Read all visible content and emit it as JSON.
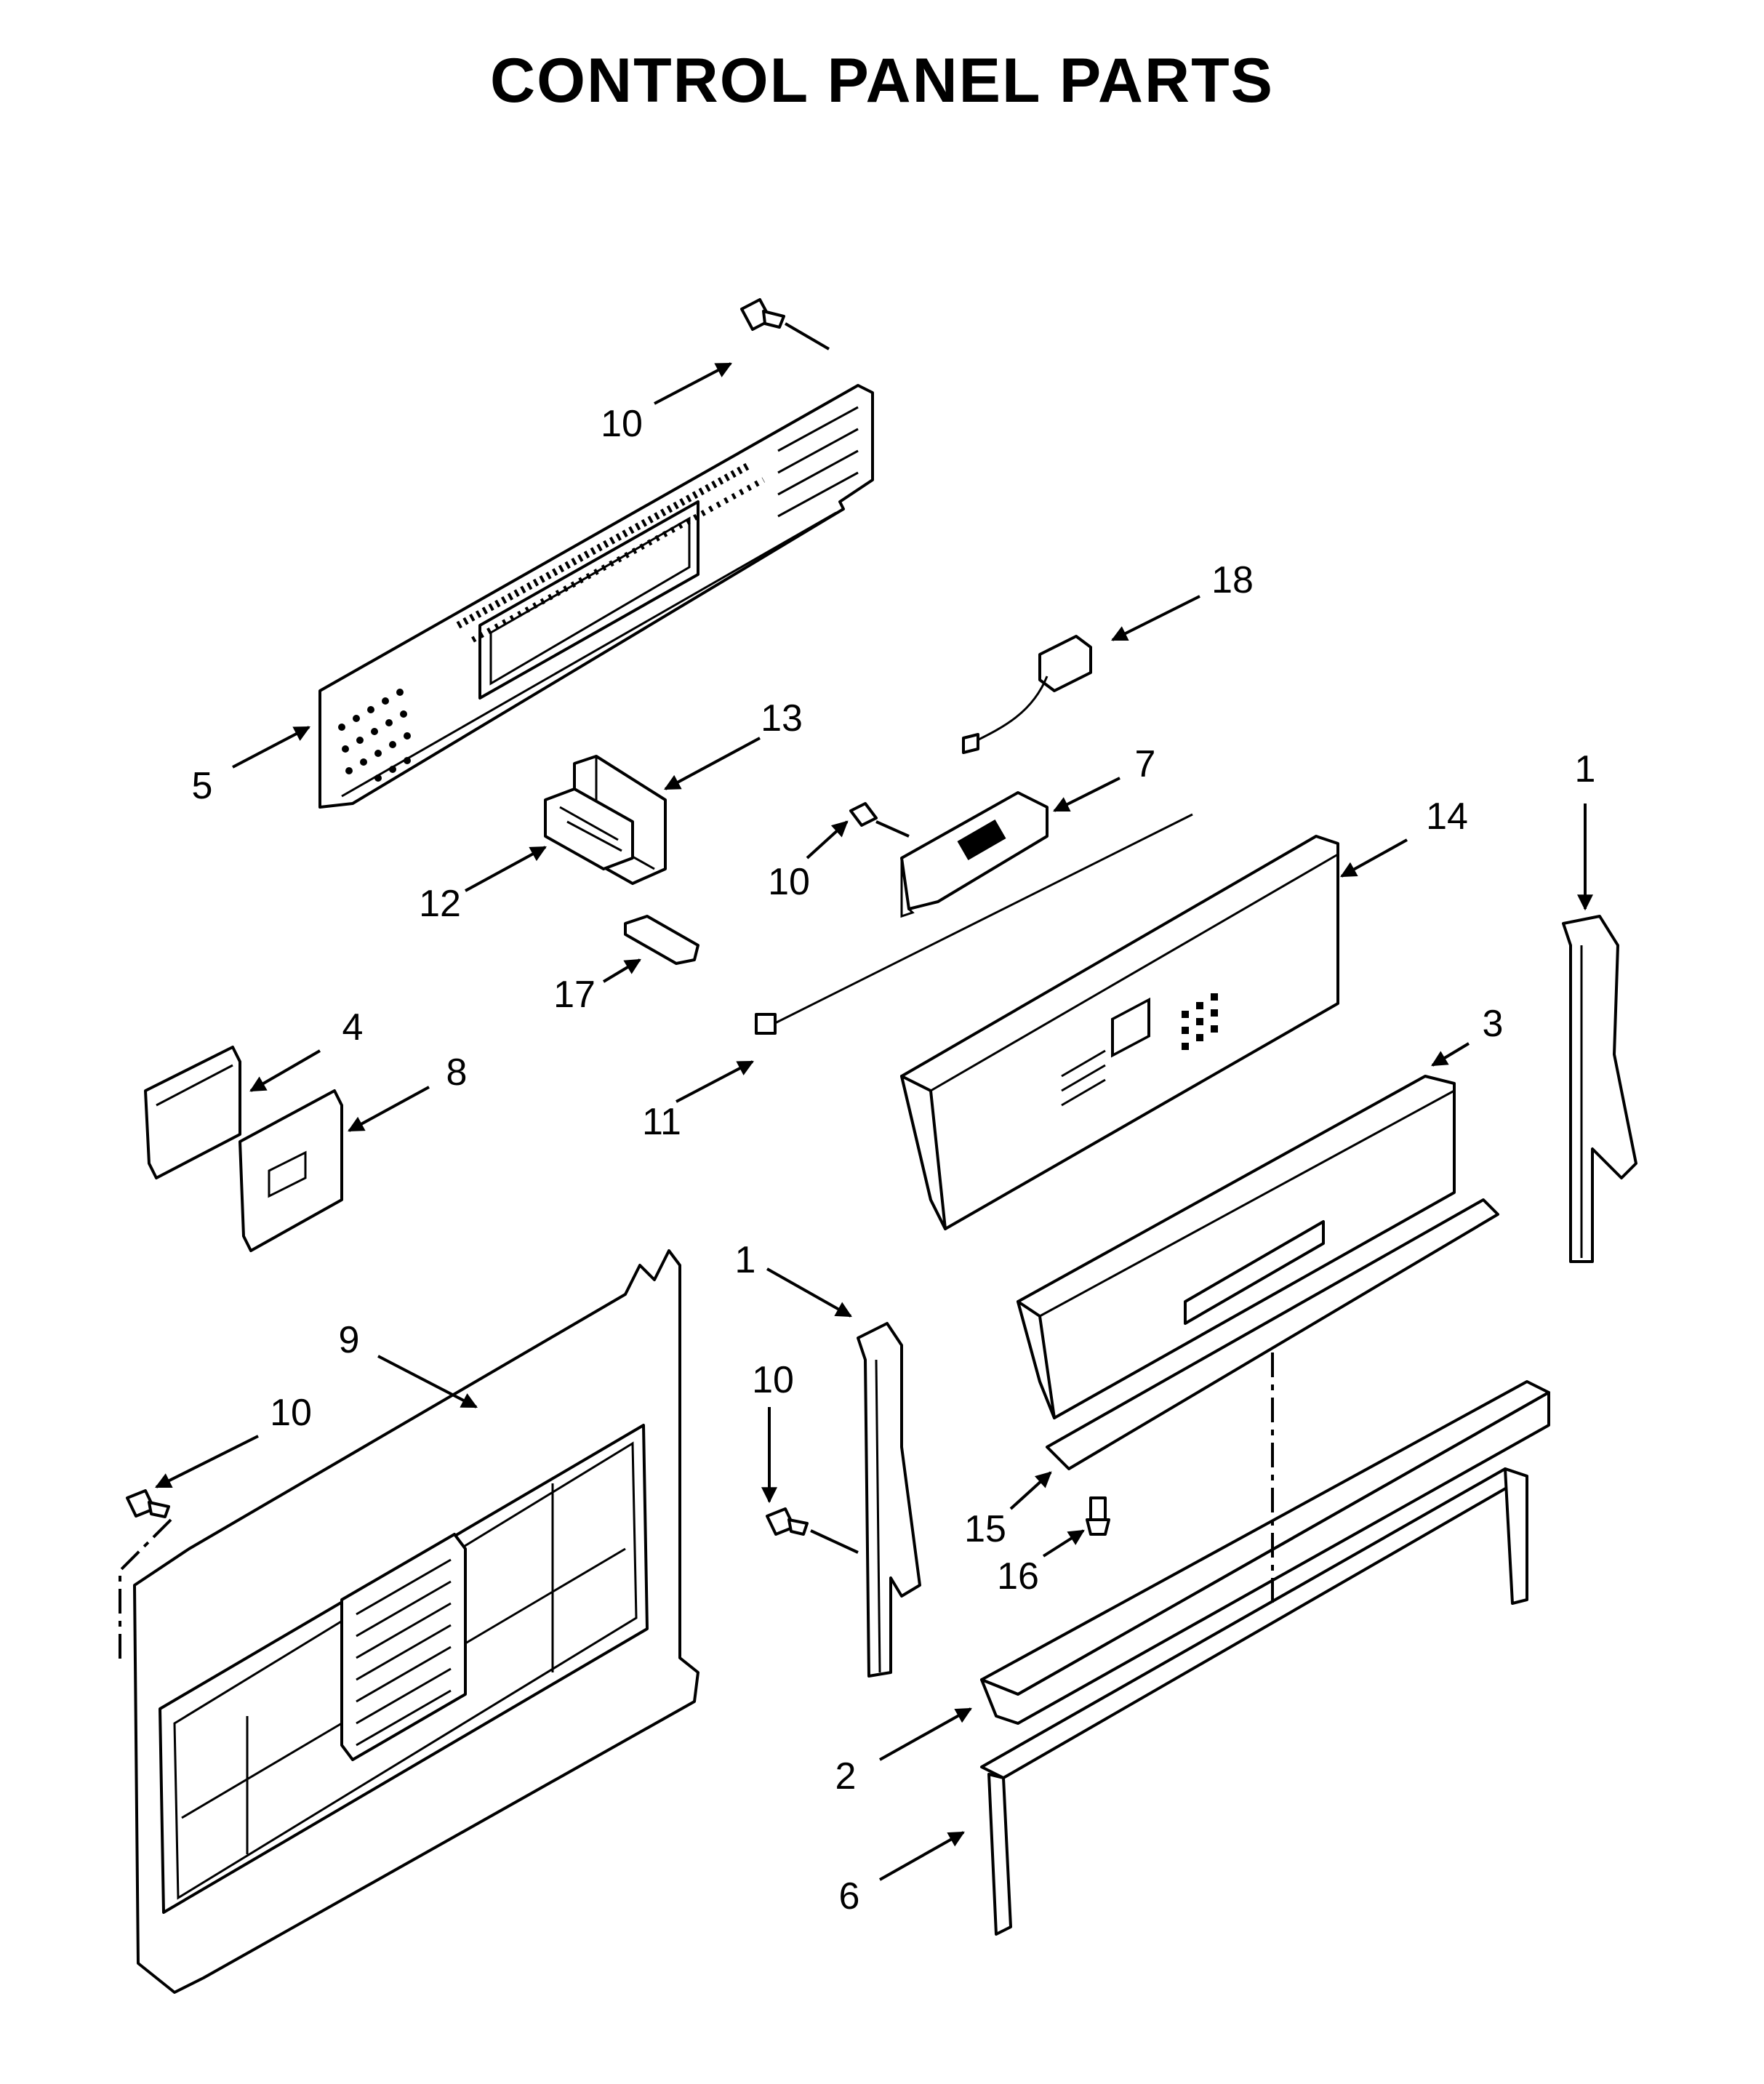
{
  "title": "CONTROL PANEL PARTS",
  "callouts": {
    "c10a": "10",
    "c18": "18",
    "c13": "13",
    "c5": "5",
    "c7": "7",
    "c12": "12",
    "c10b": "10",
    "c14": "14",
    "c1a": "1",
    "c17": "17",
    "c4": "4",
    "c3": "3",
    "c8": "8",
    "c11": "11",
    "c1b": "1",
    "c9": "9",
    "c10c": "10",
    "c10d": "10",
    "c15": "15",
    "c16": "16",
    "c2": "2",
    "c6": "6"
  }
}
